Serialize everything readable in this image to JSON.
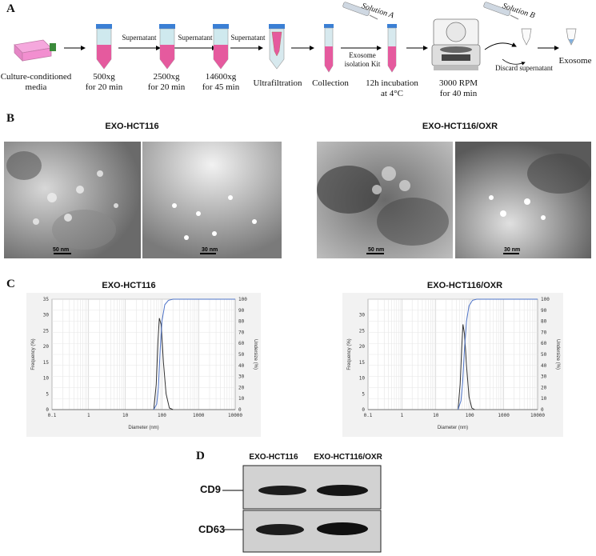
{
  "panels": {
    "a": "A",
    "b": "B",
    "c": "C",
    "d": "D"
  },
  "workflow": {
    "steps": [
      {
        "label": "Culture-conditioned\nmedia"
      },
      {
        "label": "500xg\nfor 20 min"
      },
      {
        "label": "2500xg\nfor 20 min"
      },
      {
        "label": "14600xg\nfor 45 min"
      },
      {
        "label": "Ultrafiltration"
      },
      {
        "label": "Collection"
      },
      {
        "label": "12h incubation\nat 4°C"
      },
      {
        "label": "3000 RPM\nfor 40 min"
      },
      {
        "label": "Exosome"
      }
    ],
    "arrow_labels": {
      "s1": "Supernatant",
      "s2": "Supernatant",
      "s3": "Supernatant",
      "kit": "Exosome\nisolation Kit",
      "discard": "Discard supernatant"
    },
    "solution_a": "Solution A",
    "solution_b": "Solution B",
    "colors": {
      "pink": "#e55a9e",
      "blue_cap": "#3a7fd5",
      "flask": "#f28fd0"
    }
  },
  "tem": {
    "left_title": "EXO-HCT116",
    "right_title": "EXO-HCT116/OXR",
    "scales": [
      "50 nm",
      "30 nm",
      "50 nm",
      "30 nm"
    ]
  },
  "chart_data": [
    {
      "type": "line",
      "title": "EXO-HCT116",
      "xlabel": "Diameter (nm)",
      "ylabel": "Frequency (%)",
      "y2label": "Undersize (%)",
      "xscale": "log",
      "xlim": [
        0.1,
        10000
      ],
      "ylim": [
        0,
        35
      ],
      "y2lim": [
        0,
        100
      ],
      "xticks": [
        "0.1",
        "1",
        "10",
        "100",
        "1000",
        "10000"
      ],
      "yticks": [
        "0",
        "5",
        "10",
        "15",
        "20",
        "25",
        "30",
        "35"
      ],
      "y2ticks": [
        "0",
        "10",
        "20",
        "30",
        "40",
        "50",
        "60",
        "70",
        "80",
        "90",
        "100"
      ],
      "grid": true,
      "series": [
        {
          "values": [
            [
              60,
              0
            ],
            [
              70,
              8
            ],
            [
              78,
              22
            ],
            [
              85,
              29
            ],
            [
              95,
              27
            ],
            [
              110,
              15
            ],
            [
              130,
              5
            ],
            [
              160,
              0.5
            ],
            [
              200,
              0
            ]
          ],
          "color": "#333333"
        },
        {
          "values": [
            [
              60,
              0
            ],
            [
              72,
              5
            ],
            [
              80,
              20
            ],
            [
              90,
              55
            ],
            [
              100,
              80
            ],
            [
              120,
              95
            ],
            [
              150,
              99
            ],
            [
              200,
              100
            ],
            [
              10000,
              100
            ]
          ],
          "color": "#4f74c8",
          "axis": "right"
        }
      ]
    },
    {
      "type": "line",
      "title": "EXO-HCT116/OXR",
      "xlabel": "Diameter (nm)",
      "ylabel": "Frequency (%)",
      "y2label": "Undersize (%)",
      "xscale": "log",
      "xlim": [
        0.1,
        10000
      ],
      "ylim": [
        0,
        35
      ],
      "y2lim": [
        0,
        100
      ],
      "xticks": [
        "0.1",
        "1",
        "10",
        "100",
        "1000",
        "10000"
      ],
      "yticks": [
        "0",
        "5",
        "10",
        "15",
        "20",
        "25",
        "30"
      ],
      "y2ticks": [
        "0",
        "10",
        "20",
        "30",
        "40",
        "50",
        "60",
        "70",
        "80",
        "90",
        "100"
      ],
      "grid": true,
      "series": [
        {
          "values": [
            [
              45,
              0
            ],
            [
              52,
              8
            ],
            [
              58,
              20
            ],
            [
              63,
              27
            ],
            [
              70,
              24
            ],
            [
              80,
              14
            ],
            [
              95,
              4
            ],
            [
              115,
              0.5
            ],
            [
              140,
              0
            ]
          ],
          "color": "#333333"
        },
        {
          "values": [
            [
              45,
              0
            ],
            [
              55,
              8
            ],
            [
              62,
              25
            ],
            [
              70,
              55
            ],
            [
              80,
              80
            ],
            [
              95,
              94
            ],
            [
              120,
              99
            ],
            [
              160,
              100
            ],
            [
              10000,
              100
            ]
          ],
          "color": "#4f74c8",
          "axis": "right"
        }
      ]
    }
  ],
  "western_blot": {
    "lanes": [
      "EXO-HCT116",
      "EXO-HCT116/OXR"
    ],
    "bands": [
      "CD9",
      "CD63"
    ]
  }
}
